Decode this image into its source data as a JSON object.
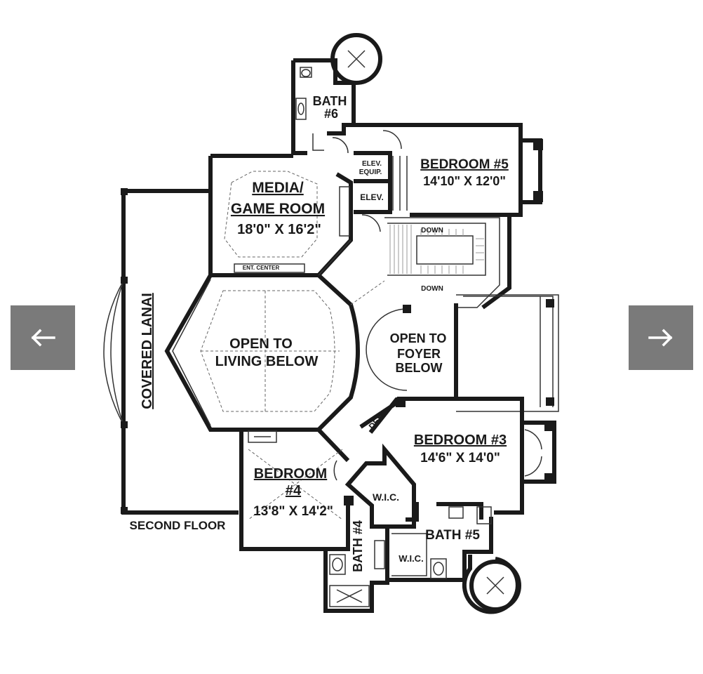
{
  "nav": {
    "prev_icon": "arrow-left-icon",
    "next_icon": "arrow-right-icon",
    "button_color": "#7a7a7a"
  },
  "plan": {
    "floor_label": "SECOND FLOOR",
    "covered_lanai": "COVERED LANAI",
    "bath6": {
      "line1": "BATH",
      "line2": "#6"
    },
    "media": {
      "line1": "MEDIA/",
      "line2": "GAME ROOM",
      "dims": "18'0\" X 16'2\"",
      "ent_center": "ENT. CENTER"
    },
    "elev_equip": {
      "line1": "ELEV.",
      "line2": "EQUIP."
    },
    "elev": "ELEV.",
    "bedroom5": {
      "name": "BEDROOM #5",
      "dims": "14'10\" X 12'0\""
    },
    "stairs": {
      "down1": "DOWN",
      "down2": "DOWN"
    },
    "open_living": {
      "line1": "OPEN TO",
      "line2": "LIVING BELOW"
    },
    "open_foyer": {
      "line1": "OPEN TO",
      "line2": "FOYER",
      "line3": "BELOW"
    },
    "desk": "DESK",
    "bedroom3": {
      "name": "BEDROOM #3",
      "dims": "14'6\" X 14'0\""
    },
    "bedroom4": {
      "line1": "BEDROOM",
      "line2": "#4",
      "dims": "13'8\" X 14'2\""
    },
    "wic1": "W.I.C.",
    "wic2": "W.I.C.",
    "bath4": "BATH #4",
    "bath5": "BATH #5"
  }
}
